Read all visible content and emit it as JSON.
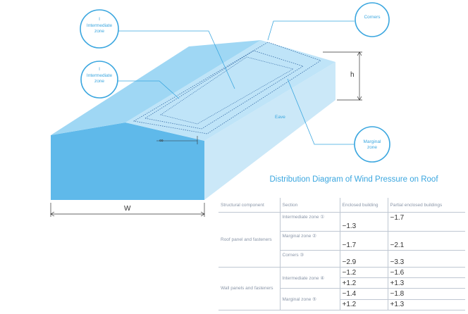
{
  "callouts": {
    "intermediate_top": {
      "num": "I",
      "line1": "Intermediate",
      "line2": "zone"
    },
    "intermediate_left": {
      "num": "I",
      "line1": "Intermediate",
      "line2": "zone"
    },
    "corners": {
      "line1": "Corners"
    },
    "marginal": {
      "line1": "Marginal",
      "line2": "zone"
    }
  },
  "labels": {
    "h": "h",
    "eave": "Eave",
    "w": "W",
    "slope": "∞"
  },
  "title": "Distribution Diagram of Wind Pressure on Roof",
  "table": {
    "headers": [
      "Structural component",
      "Section",
      "Enclosed building",
      "Partial enclosed buildings"
    ],
    "group1_label": "Roof panel and fasteners",
    "group2_label": "Wall panels and fasteners",
    "rows": [
      {
        "section": "Intermediate zone ①",
        "enclosed": "−1.3",
        "partial": "−1.7"
      },
      {
        "section": "Marginal zone ②",
        "enclosed": "−1.7",
        "partial": "−2.1"
      },
      {
        "section": "Corners ③",
        "enclosed": "−2.9",
        "partial": "−3.3"
      },
      {
        "section": "Intermediate zone ④",
        "enclosed": "−1.2",
        "partial": "−1.6"
      },
      {
        "enclosed": "+1.2",
        "partial": "+1.3"
      },
      {
        "section": "Marginal zone ⑤",
        "enclosed": "−1.4",
        "partial": "−1.8"
      },
      {
        "enclosed": "+1.2",
        "partial": "+1.3"
      }
    ]
  }
}
